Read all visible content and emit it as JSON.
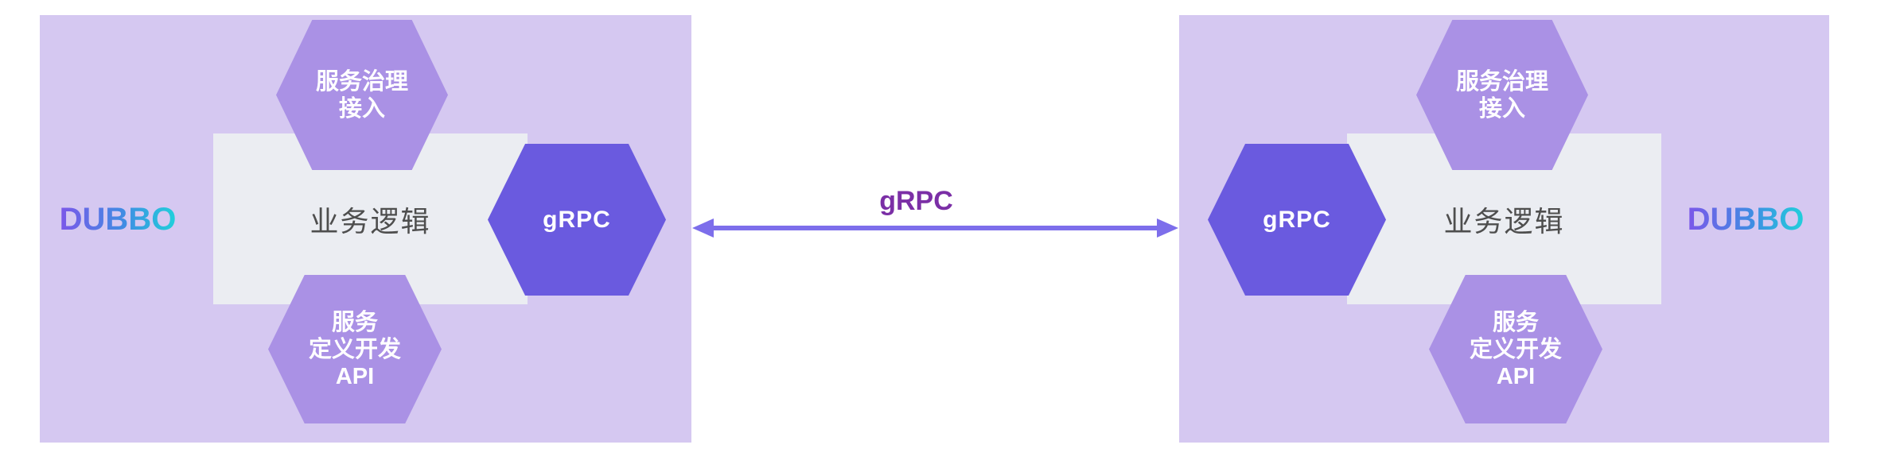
{
  "colors": {
    "page-bg": "#ffffff",
    "panel-bg": "#D5C8F1",
    "hex-light": "#AA91E5",
    "hex-dark": "#6A5ADF",
    "logic-bg": "#EBEDF2",
    "arrow": "#7D6EEB",
    "grpc-label": "#7B2FA6",
    "ink-gray": "#4E4E4E",
    "logo-grad-start": "#7C57E9",
    "logo-grad-mid": "#3F8CE3",
    "logo-grad-end": "#21D0DB"
  },
  "connector": {
    "label": "gRPC"
  },
  "left_node": {
    "logo_text": "DUBBO",
    "business_logic_label": "业务逻辑",
    "governance_hexagon": {
      "lines": [
        "服务治理",
        "接入"
      ]
    },
    "api_hexagon": {
      "lines": [
        "服务",
        "定义开发",
        "API"
      ]
    },
    "grpc_hexagon_label": "gRPC"
  },
  "right_node": {
    "logo_text": "DUBBO",
    "business_logic_label": "业务逻辑",
    "governance_hexagon": {
      "lines": [
        "服务治理",
        "接入"
      ]
    },
    "api_hexagon": {
      "lines": [
        "服务",
        "定义开发",
        "API"
      ]
    },
    "grpc_hexagon_label": "gRPC"
  }
}
